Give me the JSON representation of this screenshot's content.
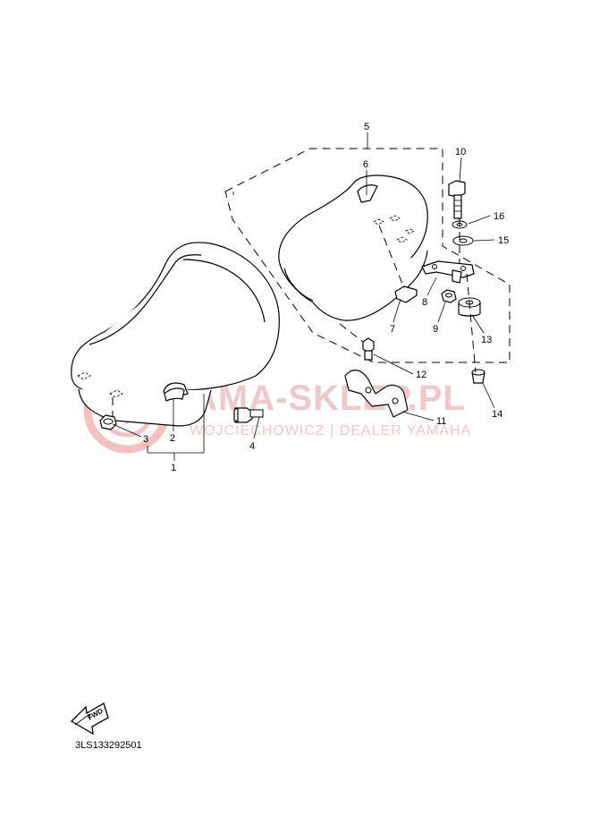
{
  "diagram": {
    "callouts": {
      "c1": "1",
      "c2": "2",
      "c3": "3",
      "c4": "4",
      "c5": "5",
      "c6": "6",
      "c7": "7",
      "c8": "8",
      "c9": "9",
      "c10": "10",
      "c11": "11",
      "c12": "12",
      "c13": "13",
      "c14": "14",
      "c15": "15",
      "c16": "16"
    },
    "watermark": {
      "title": "YAMA-SKLEP.PL",
      "subtitle": "WOJCIECHOWICZ | DEALER YAMAHA"
    },
    "fwd_label": "FWD",
    "diagram_code": "3LS133292501",
    "colors": {
      "line": "#000000",
      "watermark": "#f0c8c8"
    }
  }
}
